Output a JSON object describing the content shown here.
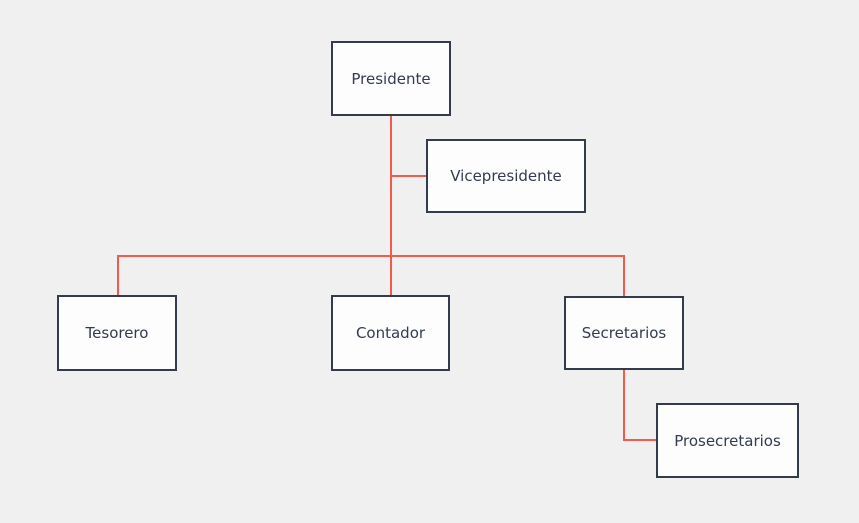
{
  "diagram": {
    "type": "org-chart",
    "nodes": [
      {
        "id": "presidente",
        "label": "Presidente"
      },
      {
        "id": "vicepresidente",
        "label": "Vicepresidente"
      },
      {
        "id": "tesorero",
        "label": "Tesorero"
      },
      {
        "id": "contador",
        "label": "Contador"
      },
      {
        "id": "secretarios",
        "label": "Secretarios"
      },
      {
        "id": "prosecretarios",
        "label": "Prosecretarios"
      }
    ],
    "edges": [
      {
        "from": "presidente",
        "to": "vicepresidente"
      },
      {
        "from": "presidente",
        "to": "tesorero"
      },
      {
        "from": "presidente",
        "to": "contador"
      },
      {
        "from": "presidente",
        "to": "secretarios"
      },
      {
        "from": "secretarios",
        "to": "prosecretarios"
      }
    ],
    "colors": {
      "background": "#f0f0f1",
      "node_fill": "#fdfdfe",
      "node_border": "#323c4d",
      "text": "#323c4d",
      "connector": "#f15b4d"
    }
  }
}
